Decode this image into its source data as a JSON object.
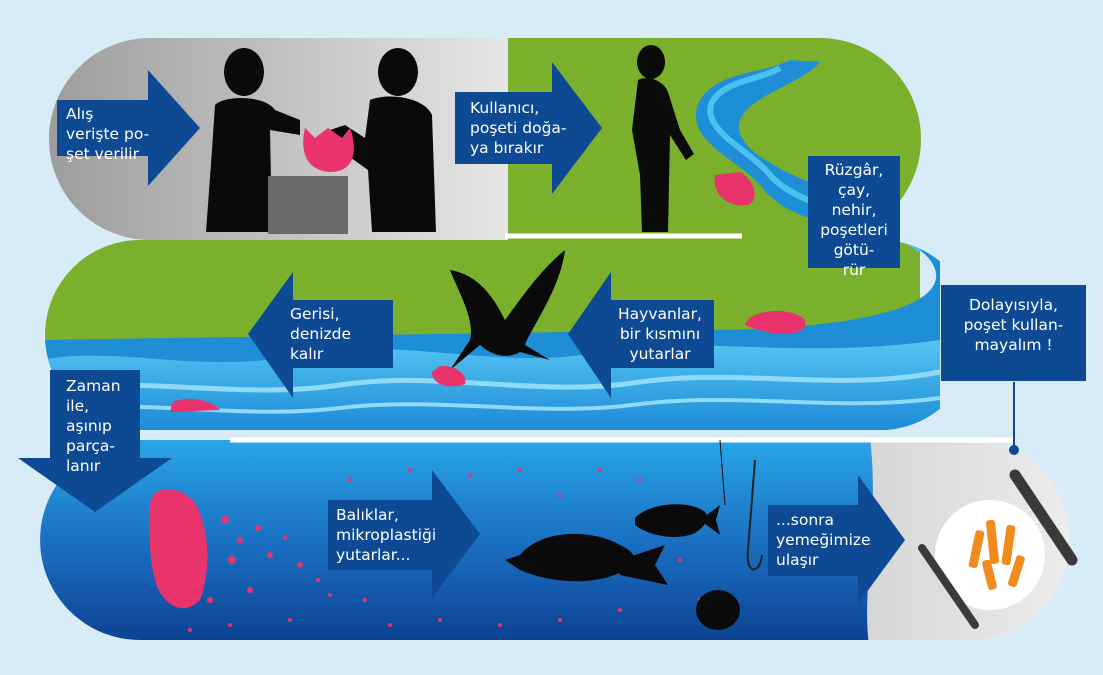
{
  "steps": [
    {
      "lines": [
        "Alış",
        "verişte po-",
        "şet verilir"
      ]
    },
    {
      "lines": [
        "Kullanıcı,",
        "poşeti doğa-",
        "ya bırakır"
      ]
    },
    {
      "lines": [
        "Rüzgâr,",
        "çay,",
        "nehir,",
        "poşetleri",
        "götü-",
        "rür"
      ]
    },
    {
      "lines": [
        "Hayvanlar,",
        "bir kısmını",
        "yutarlar"
      ]
    },
    {
      "lines": [
        "Gerisi,",
        "denizde",
        "kalır"
      ]
    },
    {
      "lines": [
        "Zaman",
        "ile,",
        "aşınıp",
        "parça-",
        "lanır"
      ]
    },
    {
      "lines": [
        "Balıklar,",
        "mikroplastiği",
        "yutarlar..."
      ]
    },
    {
      "lines": [
        "...sonra",
        "yemeğimize",
        "ulaşır"
      ]
    }
  ],
  "conclusion": {
    "lines": [
      "Dolayısıyla,",
      "poşet kullan-",
      "mayalım !"
    ]
  },
  "colors": {
    "arrow": "#0d4a93",
    "bag": "#e8336d",
    "grass": "#7bb02c",
    "water": "#1e8fd6",
    "sand": "#cfcfcf"
  },
  "icons": [
    "shopkeeper-silhouette",
    "customer-silhouette",
    "man-silhouette",
    "bird-silhouette",
    "fish-silhouette",
    "fishhook-icon",
    "fork-icon",
    "knife-icon",
    "plate-icon",
    "plastic-bag-icon"
  ]
}
